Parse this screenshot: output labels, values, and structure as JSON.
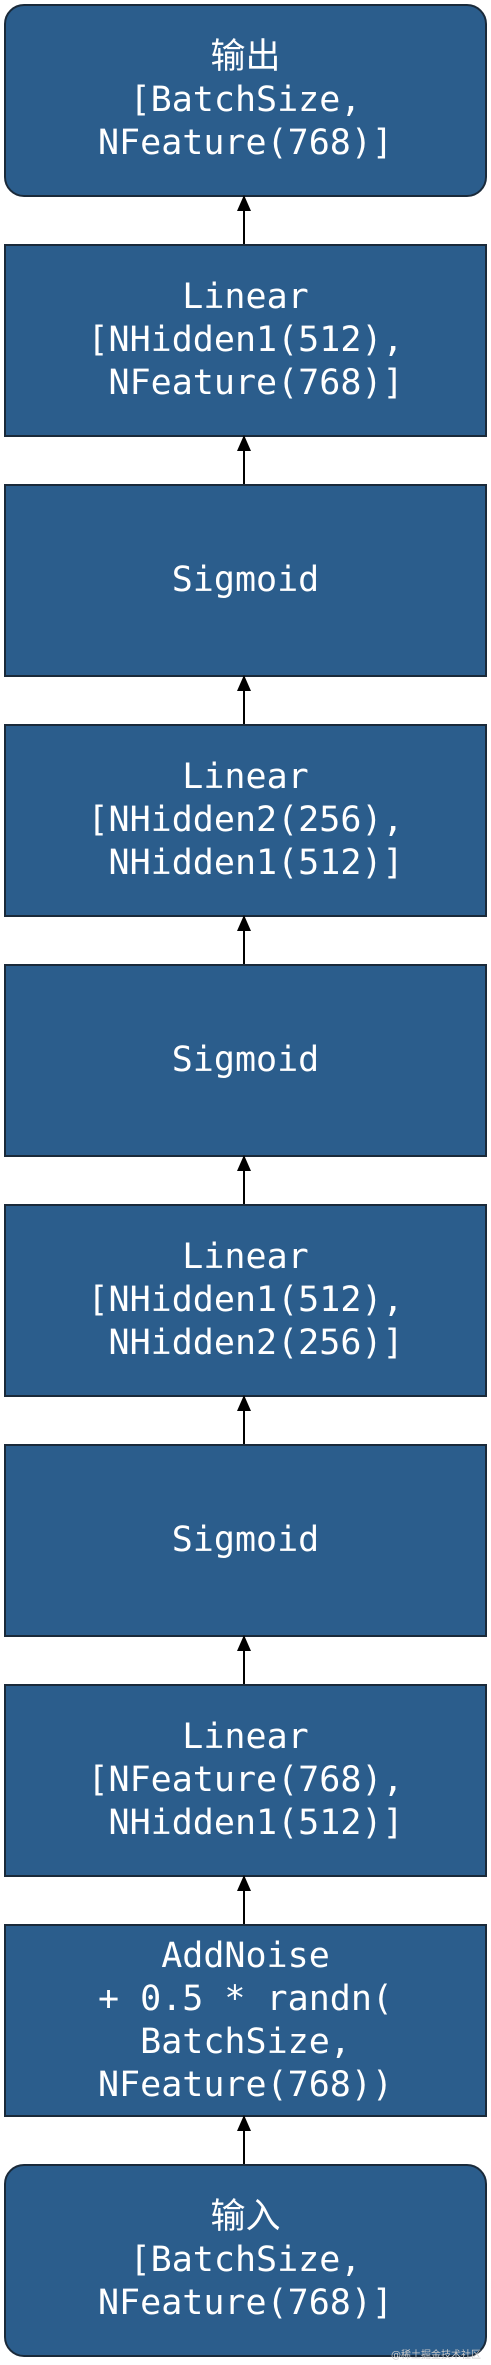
{
  "nodes": [
    {
      "id": "output",
      "lines": [
        "输出",
        "[BatchSize,",
        "NFeature(768)]"
      ]
    },
    {
      "id": "linear-4",
      "lines": [
        "Linear",
        "[NHidden1(512),",
        " NFeature(768)]"
      ]
    },
    {
      "id": "sigmoid-3",
      "lines": [
        "Sigmoid"
      ]
    },
    {
      "id": "linear-3",
      "lines": [
        "Linear",
        "[NHidden2(256),",
        " NHidden1(512)]"
      ]
    },
    {
      "id": "sigmoid-2",
      "lines": [
        "Sigmoid"
      ]
    },
    {
      "id": "linear-2",
      "lines": [
        "Linear",
        "[NHidden1(512),",
        " NHidden2(256)]"
      ]
    },
    {
      "id": "sigmoid-1",
      "lines": [
        "Sigmoid"
      ]
    },
    {
      "id": "linear-1",
      "lines": [
        "Linear",
        "[NFeature(768),",
        " NHidden1(512)]"
      ]
    },
    {
      "id": "add-noise",
      "lines": [
        "AddNoise",
        "+ 0.5 * randn(",
        "BatchSize,",
        "NFeature(768))"
      ]
    },
    {
      "id": "input",
      "lines": [
        "输入",
        "[BatchSize,",
        "NFeature(768)]"
      ]
    }
  ],
  "watermark": "@稀土掘金技术社区",
  "colors": {
    "node_fill": "#2b5d8c",
    "node_border": "#1a2a3a",
    "text": "#ffffff",
    "arrow": "#000000"
  }
}
